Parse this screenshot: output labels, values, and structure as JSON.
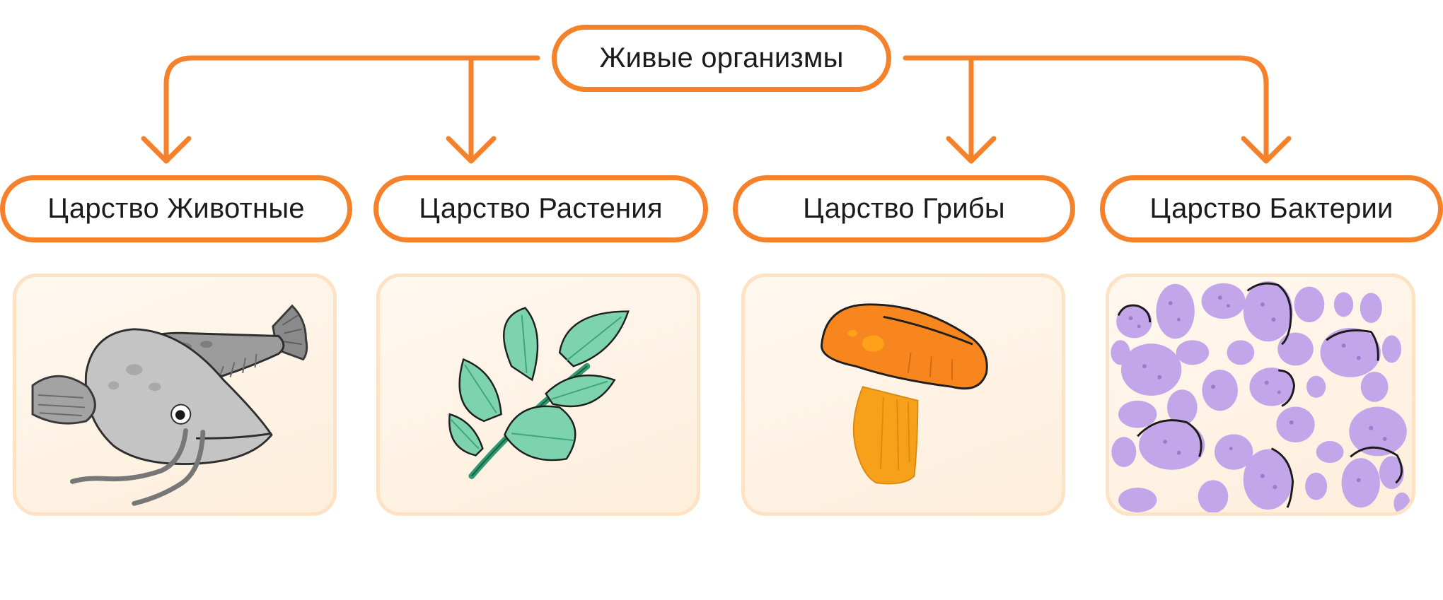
{
  "diagram": {
    "root": {
      "label": "Живые организмы"
    },
    "kingdoms": [
      {
        "label": "Царство Животные",
        "illustration": "catfish-icon"
      },
      {
        "label": "Царство Растения",
        "illustration": "leaf-branch-icon"
      },
      {
        "label": "Царство Грибы",
        "illustration": "mushroom-icon"
      },
      {
        "label": "Царство Бактерии",
        "illustration": "bacteria-icon"
      }
    ]
  },
  "colors": {
    "accent": "#F5822A",
    "card_border": "#FDE2C4",
    "card_fill": "#FEF3E6",
    "text": "#1B1B1B"
  }
}
